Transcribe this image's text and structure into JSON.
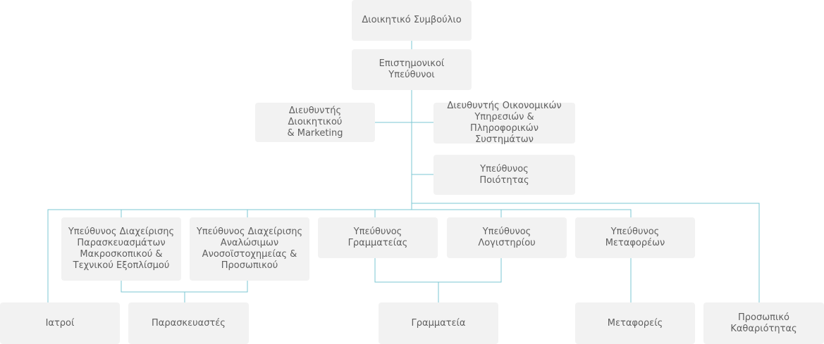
{
  "colors": {
    "line": "#7bc7d3",
    "box": "#f2f2f2",
    "text": "#5f5f5f"
  },
  "nodes": {
    "board": "Διοικητικό Συμβούλιο",
    "scientific": "Επιστημονικοί\nΥπεύθυνοι",
    "admin_director": "Διευθυντής Διοικητικού\n& Marketing",
    "finance_director": "Διευθυντής Οικονομικών\nΥπηρεσιών & Πληροφορικών\nΣυστημάτων",
    "quality": "Υπεύθυνος\nΠοιότητας",
    "macro_manager": "Υπεύθυνος Διαχείρισης\nΠαρασκευασμάτων\nΜακροσκοπικού &\nΤεχνικού Εξοπλίσμού",
    "consumables_manager": "Υπεύθυνος Διαχείρισης\nΑναλώσιμων\nΑνοσοϊστοχημείας &\nΠροσωπικού",
    "secretariat_manager": "Υπεύθυνος\nΓραμματείας",
    "accounting_manager": "Υπεύθυνος\nΛογιστηρίου",
    "transport_manager": "Υπεύθυνος\nΜεταφορέων",
    "doctors": "Ιατροί",
    "preparators": "Παρασκευαστές",
    "secretariat": "Γραμματεία",
    "transporters": "Μεταφορείς",
    "cleaning": "Προσωπικό\nΚαθαριότητας"
  }
}
